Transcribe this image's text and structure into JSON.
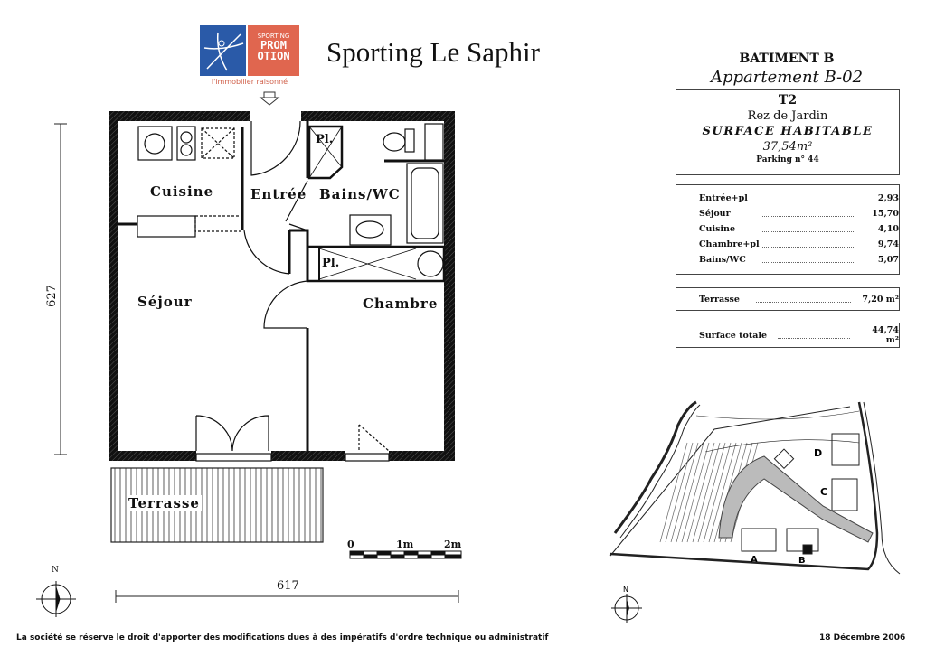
{
  "header": {
    "logo": {
      "top": "SPORTING",
      "mid": "PROM",
      "bot": "OTION",
      "tagline": "l'immobilier raisonné"
    },
    "title": "Sporting Le Saphir"
  },
  "info": {
    "building": "BATIMENT B",
    "apartment": "Appartement B-02",
    "type": "T2",
    "level": "Rez de Jardin",
    "surface_label": "SURFACE HABITABLE",
    "surface_value": "37,54m²",
    "parking": "Parking n° 44"
  },
  "areas": [
    {
      "label": "Entrée+pl",
      "value": "2,93"
    },
    {
      "label": "Séjour",
      "value": "15,70"
    },
    {
      "label": "Cuisine",
      "value": "4,10"
    },
    {
      "label": "Chambre+pl",
      "value": "9,74"
    },
    {
      "label": "Bains/WC",
      "value": "5,07"
    }
  ],
  "terrasse": {
    "label": "Terrasse",
    "value": "7,20 m²"
  },
  "total": {
    "label": "Surface totale",
    "value": "44,74 m²"
  },
  "plan": {
    "rooms": {
      "cuisine": "Cuisine",
      "entree": "Entrée",
      "bains": "Bains/WC",
      "pl1": "Pl.",
      "pl2": "Pl.",
      "sejour": "Séjour",
      "chambre": "Chambre",
      "terrasse": "Terrasse"
    },
    "dim_height": "627",
    "dim_width": "617",
    "scale": {
      "zero": "0",
      "one": "1m",
      "two": "2m"
    },
    "north": "N"
  },
  "site_plan": {
    "labels": [
      "A",
      "B",
      "C",
      "D"
    ],
    "north": "N"
  },
  "footer": {
    "disclaimer": "La société se réserve le droit d'apporter des modifications dues à des impératifs d'ordre technique ou administratif",
    "date": "18 Décembre 2006"
  }
}
